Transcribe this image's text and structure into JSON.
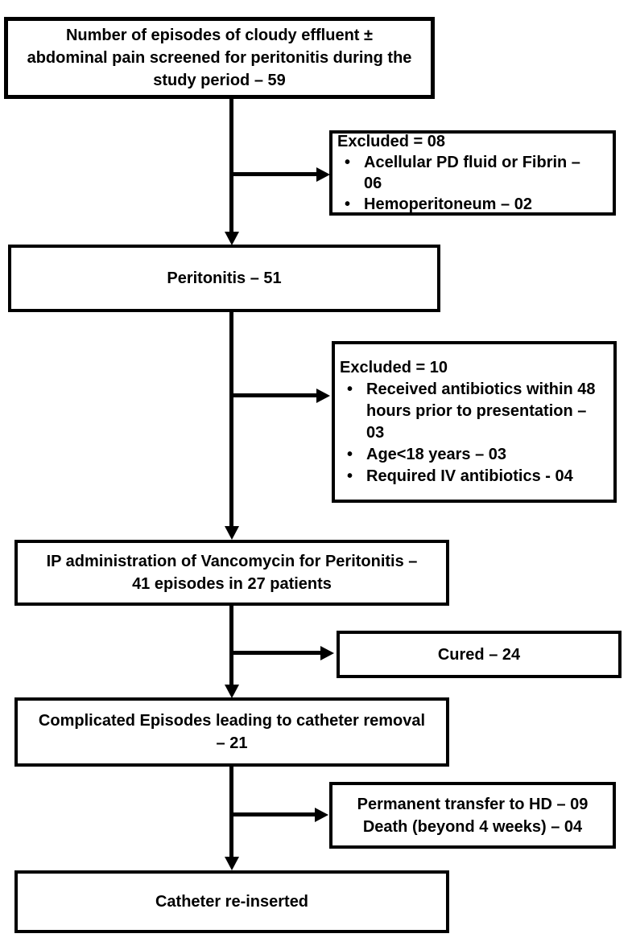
{
  "colors": {
    "border": "#000000",
    "text": "#000000",
    "background": "#ffffff"
  },
  "flow": {
    "bullet_char": "•",
    "box1": {
      "lines": [
        "Number of episodes of cloudy effluent ±",
        "abdominal pain screened for peritonitis during the",
        "study period – 59"
      ]
    },
    "excluded1": {
      "title": "Excluded = 08",
      "bullets": [
        {
          "lines": [
            "Acellular PD fluid or Fibrin –",
            "06"
          ]
        },
        {
          "lines": [
            "Hemoperitoneum – 02"
          ]
        }
      ]
    },
    "box2": {
      "label": "Peritonitis – 51"
    },
    "excluded2": {
      "title": "Excluded = 10",
      "bullets": [
        {
          "lines": [
            "Received antibiotics within 48",
            "hours prior to presentation –",
            "03"
          ]
        },
        {
          "lines": [
            "Age<18 years – 03"
          ]
        },
        {
          "lines": [
            "Required IV antibiotics - 04"
          ]
        }
      ]
    },
    "box3": {
      "lines": [
        "IP administration of Vancomycin for Peritonitis –",
        "41 episodes in 27 patients"
      ]
    },
    "cured": {
      "label": "Cured – 24"
    },
    "box4": {
      "lines": [
        "Complicated Episodes leading to catheter removal",
        "– 21"
      ]
    },
    "outcomes": {
      "lines": [
        "Permanent transfer to HD – 09",
        "Death (beyond 4 weeks) – 04"
      ]
    },
    "box5": {
      "label": "Catheter re-inserted"
    },
    "edges": [
      {
        "from": "screened-box",
        "to": "peritonitis-box",
        "type": "arrow-down"
      },
      {
        "from": "screened-box",
        "to": "excluded-8-box",
        "type": "arrow-right"
      },
      {
        "from": "peritonitis-box",
        "to": "ip-vancomycin-box",
        "type": "arrow-down"
      },
      {
        "from": "peritonitis-box",
        "to": "excluded-10-box",
        "type": "arrow-right"
      },
      {
        "from": "ip-vancomycin-box",
        "to": "catheter-removal-box",
        "type": "arrow-down"
      },
      {
        "from": "ip-vancomycin-box",
        "to": "cured-box",
        "type": "arrow-right"
      },
      {
        "from": "catheter-removal-box",
        "to": "catheter-reinserted-box",
        "type": "arrow-down"
      },
      {
        "from": "catheter-removal-box",
        "to": "outcomes-box",
        "type": "arrow-right"
      }
    ]
  }
}
